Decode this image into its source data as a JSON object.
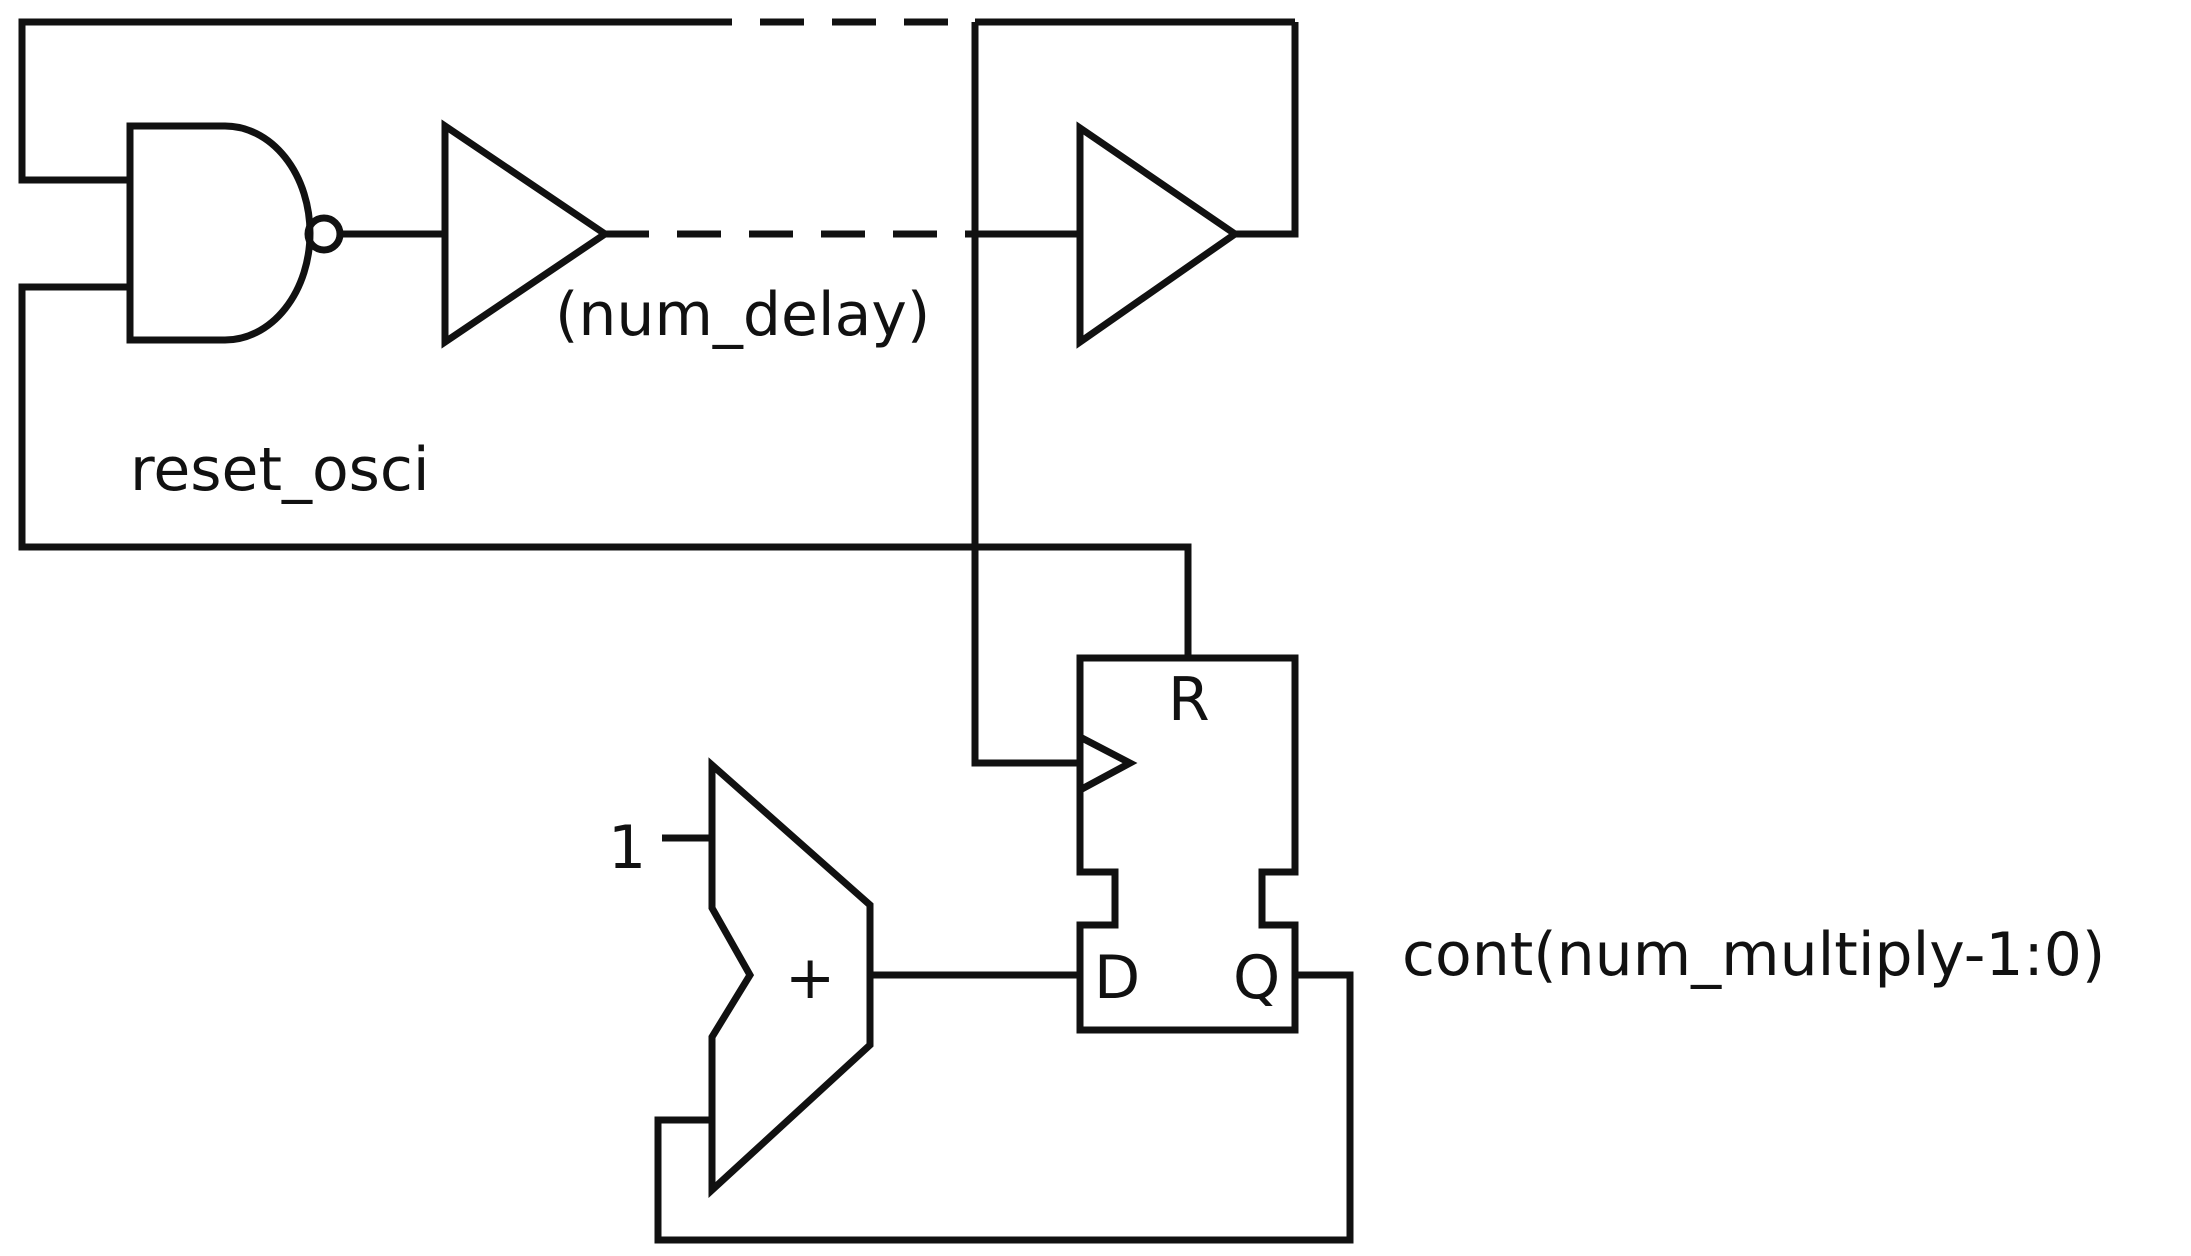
{
  "labels": {
    "delay": "(num_delay)",
    "reset": "reset_osci",
    "ff_reset": "R",
    "ff_data": "D",
    "ff_output": "Q",
    "adder_op": "+",
    "const_one": "1",
    "counter_output": "cont(num_multiply-1:0)"
  }
}
